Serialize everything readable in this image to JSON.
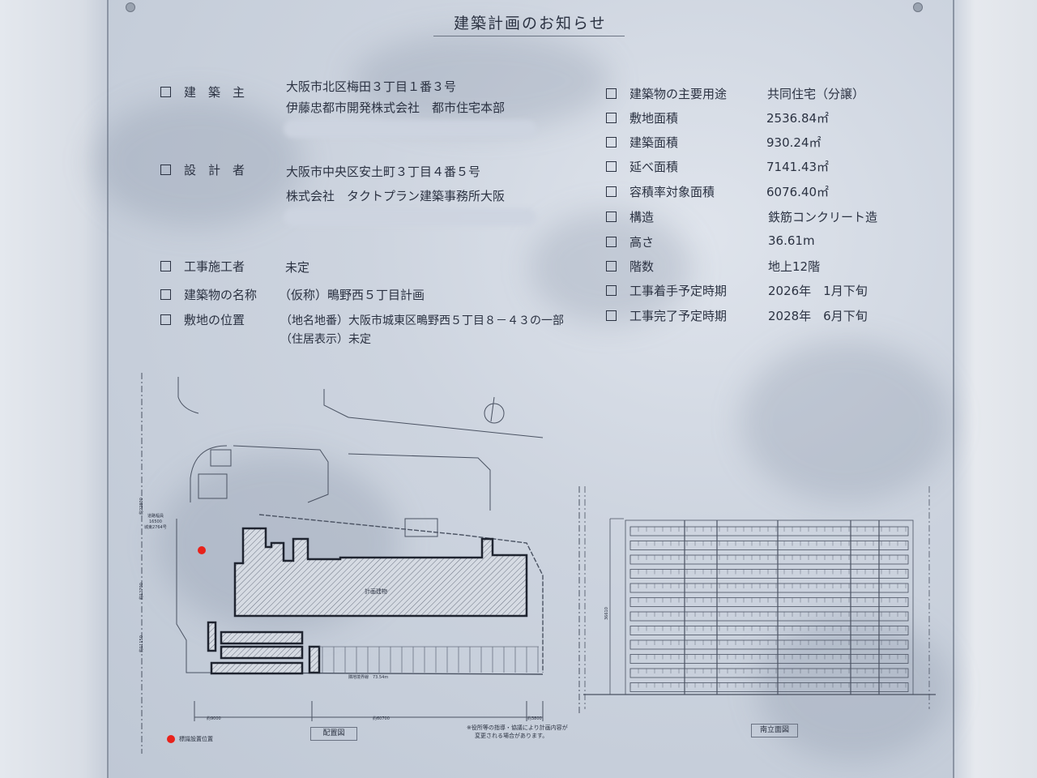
{
  "title": "建築計画のお知らせ",
  "left_items": [
    {
      "label": "建　築　主",
      "lines": [
        "大阪市北区梅田３丁目１番３号",
        "伊藤忠都市開発株式会社　都市住宅本部"
      ]
    },
    {
      "label": "設　計　者",
      "lines": [
        "大阪市中央区安土町３丁目４番５号",
        "株式会社　タクトプラン建築事務所大阪"
      ]
    },
    {
      "label": "工事施工者",
      "lines": [
        "未定"
      ]
    },
    {
      "label": "建築物の名称",
      "lines": [
        "（仮称）鴫野西５丁目計画"
      ]
    },
    {
      "label": "敷地の位置",
      "lines": [
        "（地名地番）大阪市城東区鴫野西５丁目８－４３の一部",
        "（住居表示）未定"
      ]
    }
  ],
  "right_items": [
    {
      "label": "建築物の主要用途",
      "value": "共同住宅（分譲）"
    },
    {
      "label": "敷地面積",
      "value": "2536.84㎡"
    },
    {
      "label": "建築面積",
      "value": "930.24㎡"
    },
    {
      "label": "延べ面積",
      "value": "7141.43㎡"
    },
    {
      "label": "容積率対象面積",
      "value": "6076.40㎡"
    },
    {
      "label": "構造",
      "value": "鉄筋コンクリート造"
    },
    {
      "label": "高さ",
      "value": "36.61m"
    },
    {
      "label": "階数",
      "value": "地上12階"
    },
    {
      "label": "工事着手予定時期",
      "value": "2026年　1月下旬"
    },
    {
      "label": "工事完了予定時期",
      "value": "2028年　6月下旬"
    }
  ],
  "site_plan": {
    "caption": "配置図",
    "building_label": "計画建物",
    "road_label": "道路幅員",
    "road_width": "16500",
    "road_name": "城東2764号",
    "dim_bottom": [
      "約9000",
      "約60700",
      "約3800"
    ],
    "dim_left": [
      "約22800",
      "約12700",
      "約11150"
    ],
    "boundary_south": "隣地境界線　73.54m",
    "marker_legend": "標識設置位置",
    "marker_color": "#e8221b"
  },
  "elevation": {
    "caption": "南立面図",
    "height_dim": "36610"
  },
  "note": [
    "※役所等の指導・協議により計画内容が",
    "変更される場合があります。"
  ]
}
